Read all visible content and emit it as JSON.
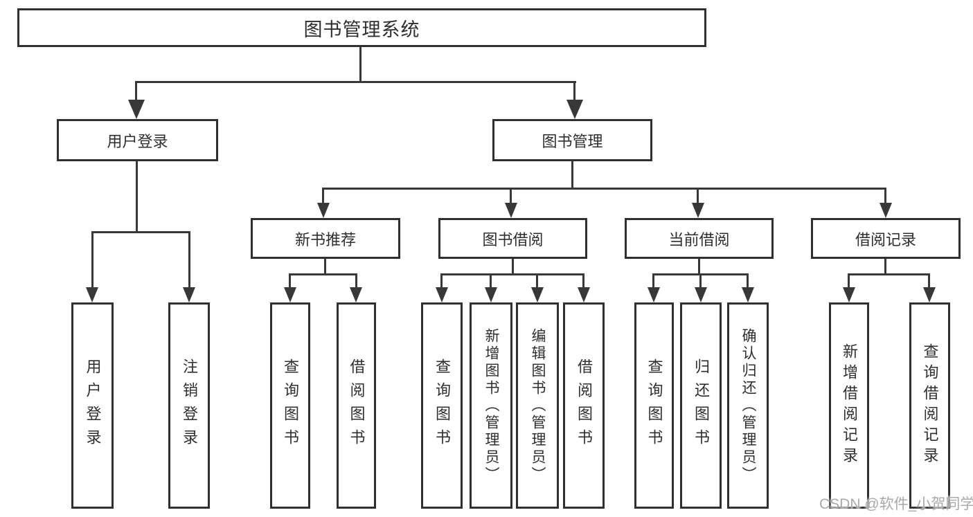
{
  "nodes": {
    "root": "图书管理系统",
    "user_login": "用户登录",
    "book_mgmt": "图书管理",
    "new_book_rec": "新书推荐",
    "book_borrow": "图书借阅",
    "current_borrow": "当前借阅",
    "borrow_records": "借阅记录",
    "leaf_user_login": "用户登录",
    "leaf_logout": "注销登录",
    "leaf_nb_query": "查询图书",
    "leaf_nb_borrow": "借阅图书",
    "leaf_bb_query": "查询图书",
    "leaf_bb_add": "新增图书（管理员）",
    "leaf_bb_edit": "编辑图书（管理员）",
    "leaf_bb_borrow": "借阅图书",
    "leaf_cb_query": "查询图书",
    "leaf_cb_return": "归还图书",
    "leaf_cb_confirm": "确认归还（管理员）",
    "leaf_br_add": "新增借阅记录",
    "leaf_br_query": "查询借阅记录"
  },
  "watermark": "CSDN @软件_小贺同学",
  "colors": {
    "line": "#383838",
    "border": "#303030",
    "text": "#2e2e2e",
    "watermark": "#a9a9a9",
    "background": "#ffffff"
  }
}
